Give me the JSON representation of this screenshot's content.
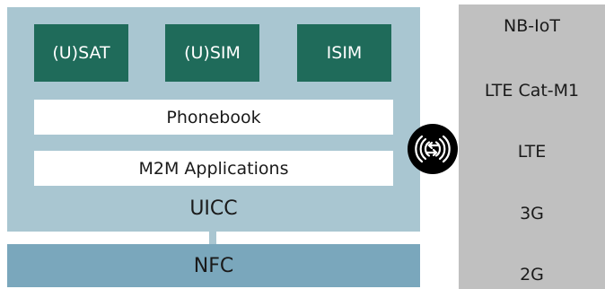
{
  "uicc": {
    "label": "UICC",
    "apps": [
      "(U)SAT",
      "(U)SIM",
      "ISIM"
    ],
    "phonebook_label": "Phonebook",
    "m2m_label": "M2M Applications"
  },
  "nfc": {
    "label": "NFC"
  },
  "wireless_icon": "contactless-icon",
  "networks": [
    "NB-IoT",
    "LTE Cat-M1",
    "LTE",
    "3G",
    "2G"
  ],
  "colors": {
    "uicc_bg": "#a9c6d1",
    "app_box": "#1f6b5a",
    "nfc_bg": "#7aa7bc",
    "network_bg": "#c0c0c0",
    "icon_bg": "#000000"
  }
}
